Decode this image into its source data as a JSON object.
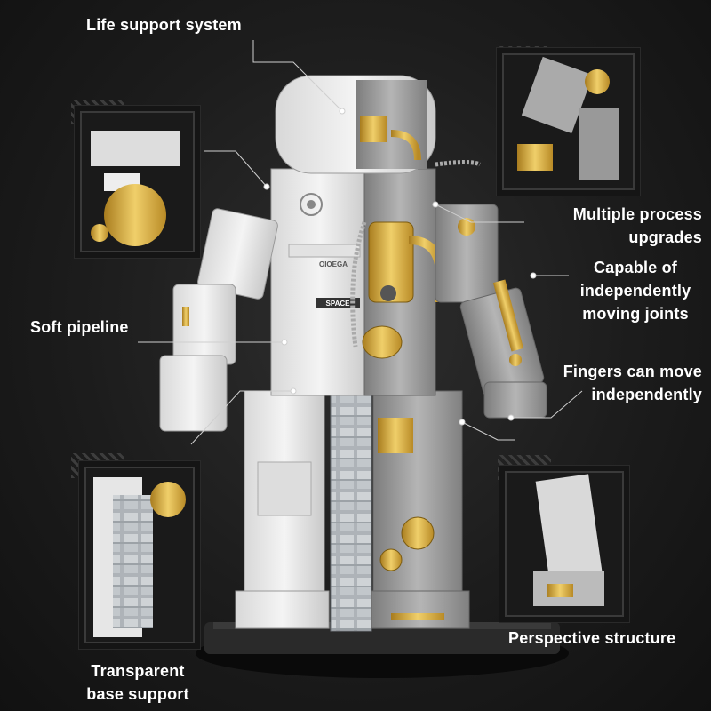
{
  "callouts": {
    "life_support": "Life support system",
    "process_line1": "Multiple process",
    "process_line2": "upgrades",
    "joints_line1": "Capable of",
    "joints_line2": "independently",
    "joints_line3": "moving joints",
    "soft_pipeline": "Soft pipeline",
    "fingers_line1": "Fingers can move",
    "fingers_line2": "independently",
    "base_line1": "Transparent",
    "base_line2": "base support",
    "perspective": "Perspective structure"
  },
  "badge": {
    "model_code": "OIOEGA",
    "space_label": "SPACE"
  },
  "colors": {
    "background": "#1c1c1c",
    "white_brick": "#e9e9e9",
    "gray_brick": "#9a9a9a",
    "gold": "#d4a93a",
    "transparent_brick": "#b8bcc0"
  }
}
